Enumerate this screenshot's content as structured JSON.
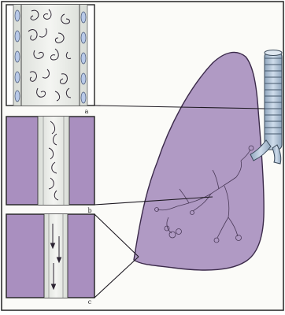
{
  "panels": [
    {
      "label": "a"
    },
    {
      "label": "b"
    },
    {
      "label": "c"
    }
  ],
  "colors": {
    "lung_fill": "#b09ac4",
    "lung_stroke": "#3b2a4a",
    "membrane": "#a98fbf",
    "cilia_band": "#e9ebe7",
    "cell_fill": "#b8c9e8",
    "trachea": "#b3c8dc",
    "paper": "#fbfbf8",
    "ink": "#2c2432"
  }
}
